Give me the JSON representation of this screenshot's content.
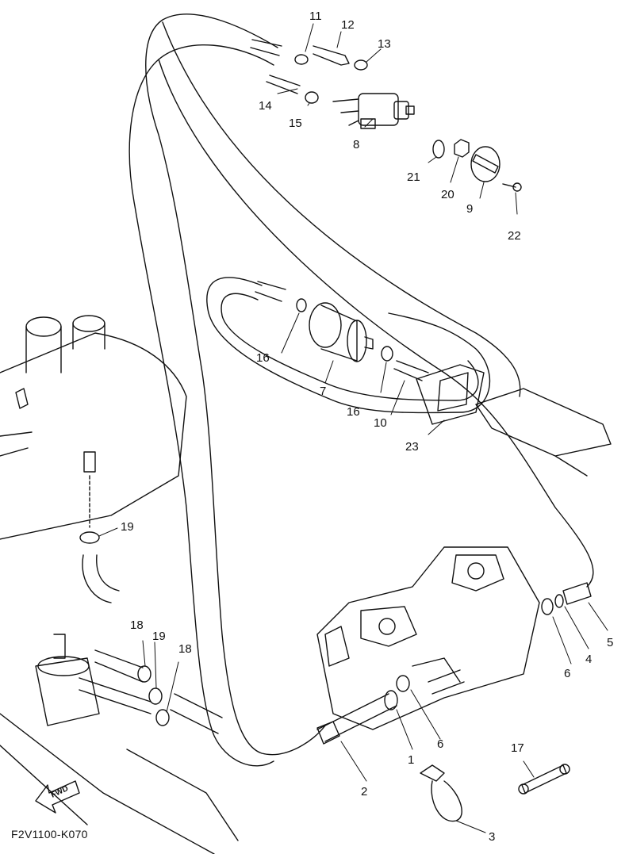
{
  "drawing_code": "F2V1100-K070",
  "direction_indicator": "FWD",
  "callouts": {
    "c1": "1",
    "c2": "2",
    "c3": "3",
    "c4": "4",
    "c5": "5",
    "c6a": "6",
    "c6b": "6",
    "c7": "7",
    "c8": "8",
    "c9": "9",
    "c10": "10",
    "c11": "11",
    "c12": "12",
    "c13": "13",
    "c14": "14",
    "c15": "15",
    "c16a": "16",
    "c16b": "16",
    "c17": "17",
    "c18a": "18",
    "c18b": "18",
    "c19a": "19",
    "c19b": "19",
    "c20": "20",
    "c21": "21",
    "c22": "22",
    "c23": "23"
  }
}
